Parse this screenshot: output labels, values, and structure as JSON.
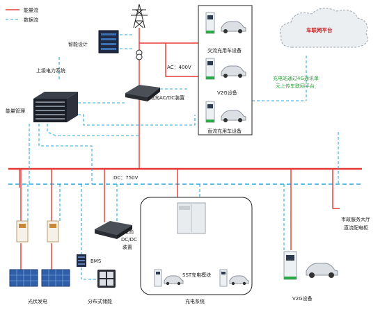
{
  "legend": {
    "energy_flow": "能量流",
    "data_flow": "数据流"
  },
  "labels": {
    "smart_dispatch": "智能设计",
    "upper_grid": "上级电力系统",
    "energy_mgmt": "能量管理",
    "ac_voltage": "AC：400V",
    "bidirectional_acdc": "双向AC/DC装置",
    "ac_charging": "交流充用车设备",
    "v2g_device_top": "V2G设备",
    "dc_charging": "直流充用车设备",
    "ev_platform": "车联网平台",
    "upload_note_line1": "充电站通过4G通讯单",
    "upload_note_line2": "元上传车联网平台",
    "dc_voltage": "DC：750V",
    "municipal_line1": "市政服务大厅",
    "municipal_line2": "直流配电柜",
    "bidirectional_dcdc_line1": "双向",
    "bidirectional_dcdc_line2": "DC/DC",
    "bidirectional_dcdc_line3": "装置",
    "bms": "BMS",
    "pv": "光伏发电",
    "distributed_storage": "分布式储能",
    "charging_system": "充电系统",
    "charging_module": "SST充电模块",
    "v2g_device_bottom": "V2G设备"
  },
  "colors": {
    "energy_line": "#e53935",
    "data_line": "#29a8e0",
    "note_text": "#2e9e3e",
    "platform_text": "#c62828"
  }
}
